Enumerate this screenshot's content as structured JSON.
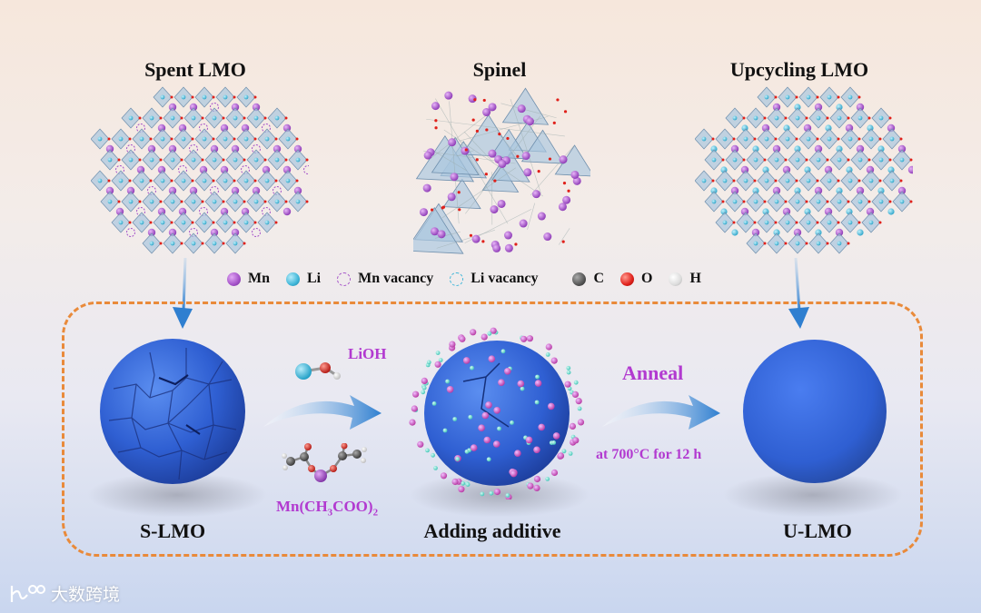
{
  "titles": {
    "spent": "Spent LMO",
    "spinel": "Spinel",
    "upcycling": "Upcycling LMO"
  },
  "legend": {
    "mn": "Mn",
    "li": "Li",
    "mn_vacancy": "Mn vacancy",
    "li_vacancy": "Li vacancy",
    "c": "C",
    "o": "O",
    "h": "H"
  },
  "colors": {
    "mn": "#a452c8",
    "li": "#3fb6d8",
    "c": "#555555",
    "o": "#e0201a",
    "h": "#dddddd",
    "accent_purple": "#b23ad0",
    "dash_orange": "#e98a3a",
    "arrow_blue": "#2f7fd0"
  },
  "process": {
    "reagent_1": "LiOH",
    "reagent_2_main": "Mn(CH",
    "reagent_2_sub1": "3",
    "reagent_2_mid": "COO)",
    "reagent_2_sub2": "2",
    "anneal": "Anneal",
    "anneal_conditions": "at 700°C for 12 h"
  },
  "stages": {
    "s_lmo": "S-LMO",
    "adding": "Adding additive",
    "u_lmo": "U-LMO"
  },
  "watermark": "大数跨境"
}
